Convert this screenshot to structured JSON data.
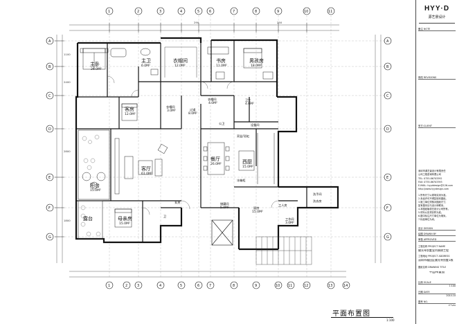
{
  "logo": {
    "main": "HYY·D",
    "sub": "源艺景设计"
  },
  "drawing_title": "平面布置图",
  "drawing_scale": "1:100",
  "title_block": {
    "note_label": "备注 NOTE",
    "revision_label": "修改 REVISIONS",
    "client_label": "甲方:CLIENT",
    "designer_line1": "深圳市源艺景设计有限责任",
    "designer_line2": "公司工程咨询有限公司",
    "address_lines": [
      "TEL: 0755-86703392",
      "FAX: 0755-86703393",
      "E-MAIL: hyyddesign@126.com",
      "http://www.hyydesign.com"
    ],
    "disclaimer_lines": [
      "1.所有尺寸以现场实测为准。",
      "2.未经许可不得复制本图纸。",
      "3.施工单位须核对图纸尺寸,",
      "如有疑问请与设计师联系。",
      "4.本图纸版权归设计公司所有。",
      "5.材料以实样封样为准。",
      "6.图中标注尺寸单位为毫米。",
      "7.标高单位为米。"
    ],
    "design_label": "设计 DESIGN",
    "drawn_label": "绘图 DRAWN BY",
    "approved_label": "审核 APPROVED",
    "project_label": "工程名称 PROJECT NAME",
    "project_name_1": "佛光寺别墅室内装修工程",
    "project_address_label": "工程地址 PROJECT ADDRESS",
    "project_address": "深圳市福田区佛光寺别墅1栋",
    "drawing_name_label": "图纸名称 DRAWING TITLE",
    "drawing_name": "平面布置图",
    "scale_label": "比例 SCALE",
    "scale_value": "1:100",
    "date_label": "日期 DATE",
    "date_value": "2014.10",
    "number_label": "图号 NO.",
    "number_value": "P-04"
  },
  "rooms": [
    {
      "key": "master_bedroom",
      "name": "主卧",
      "area": "26.0M²"
    },
    {
      "key": "master_bath",
      "name": "主卫",
      "area": "6.0M²"
    },
    {
      "key": "walkin_closet",
      "name": "衣帽间",
      "area": "12.0M²"
    },
    {
      "key": "study",
      "name": "书房",
      "area": "11.0M²"
    },
    {
      "key": "boys_room",
      "name": "男孩房",
      "area": "18.0M²"
    },
    {
      "key": "guest_room",
      "name": "客房",
      "area": "12.0M²"
    },
    {
      "key": "closet2",
      "name": "衣帽间",
      "area": "4.0M²"
    },
    {
      "key": "closet3",
      "name": "衣帽间",
      "area": "3.0M²"
    },
    {
      "key": "bath2",
      "name": "卫生",
      "area": "4.0M²"
    },
    {
      "key": "corridor",
      "name": "过道",
      "area": "8.0M²"
    },
    {
      "key": "public_bath",
      "name": "公卫",
      "area": ""
    },
    {
      "key": "equipment",
      "name": "设备间",
      "area": ""
    },
    {
      "key": "living",
      "name": "客厅",
      "area": "61.0M²"
    },
    {
      "key": "dining",
      "name": "餐厅",
      "area": "26.0M²"
    },
    {
      "key": "western_kitchen",
      "name": "西厨",
      "area": "15.0M²"
    },
    {
      "key": "balcony",
      "name": "阳台",
      "area": "15.0M²"
    },
    {
      "key": "terrace",
      "name": "露台",
      "area": ""
    },
    {
      "key": "elder_room",
      "name": "母亲房",
      "area": "15.0M²"
    },
    {
      "key": "entry",
      "name": "玄关",
      "area": ""
    },
    {
      "key": "bath3",
      "name": "卫",
      "area": ""
    },
    {
      "key": "storage",
      "name": "储藏间",
      "area": "5.0M²"
    },
    {
      "key": "kitchen",
      "name": "厨房",
      "area": "15.0M²"
    },
    {
      "key": "maid_room",
      "name": "工人房",
      "area": ""
    },
    {
      "key": "work_room",
      "name": "工作间",
      "area": "3.0M²"
    },
    {
      "key": "laundry",
      "name": "洗衣房",
      "area": ""
    },
    {
      "key": "wash_area",
      "name": "洗手间",
      "area": ""
    }
  ],
  "axes_top": [
    "1",
    "2",
    "3",
    "4",
    "5",
    "6",
    "7",
    "8",
    "9",
    "10",
    "11"
  ],
  "axes_left": [
    "A",
    "B",
    "C",
    "D",
    "E",
    "F",
    "G"
  ],
  "axes_bottom": [
    "1",
    "2",
    "3",
    "4",
    "5",
    "6",
    "7",
    "8",
    "9",
    "10",
    "11",
    "12",
    "13",
    "14"
  ],
  "axes_right": [
    "A",
    "B",
    "C",
    "D",
    "E",
    "F",
    "G"
  ],
  "dims_top": [
    "290",
    "250"
  ],
  "dims_left": [
    "1100",
    "2400",
    "2800",
    "1800"
  ],
  "small_notes": {
    "sink_label": "双盆/浴缸",
    "fridge_label": "冰箱柜"
  }
}
